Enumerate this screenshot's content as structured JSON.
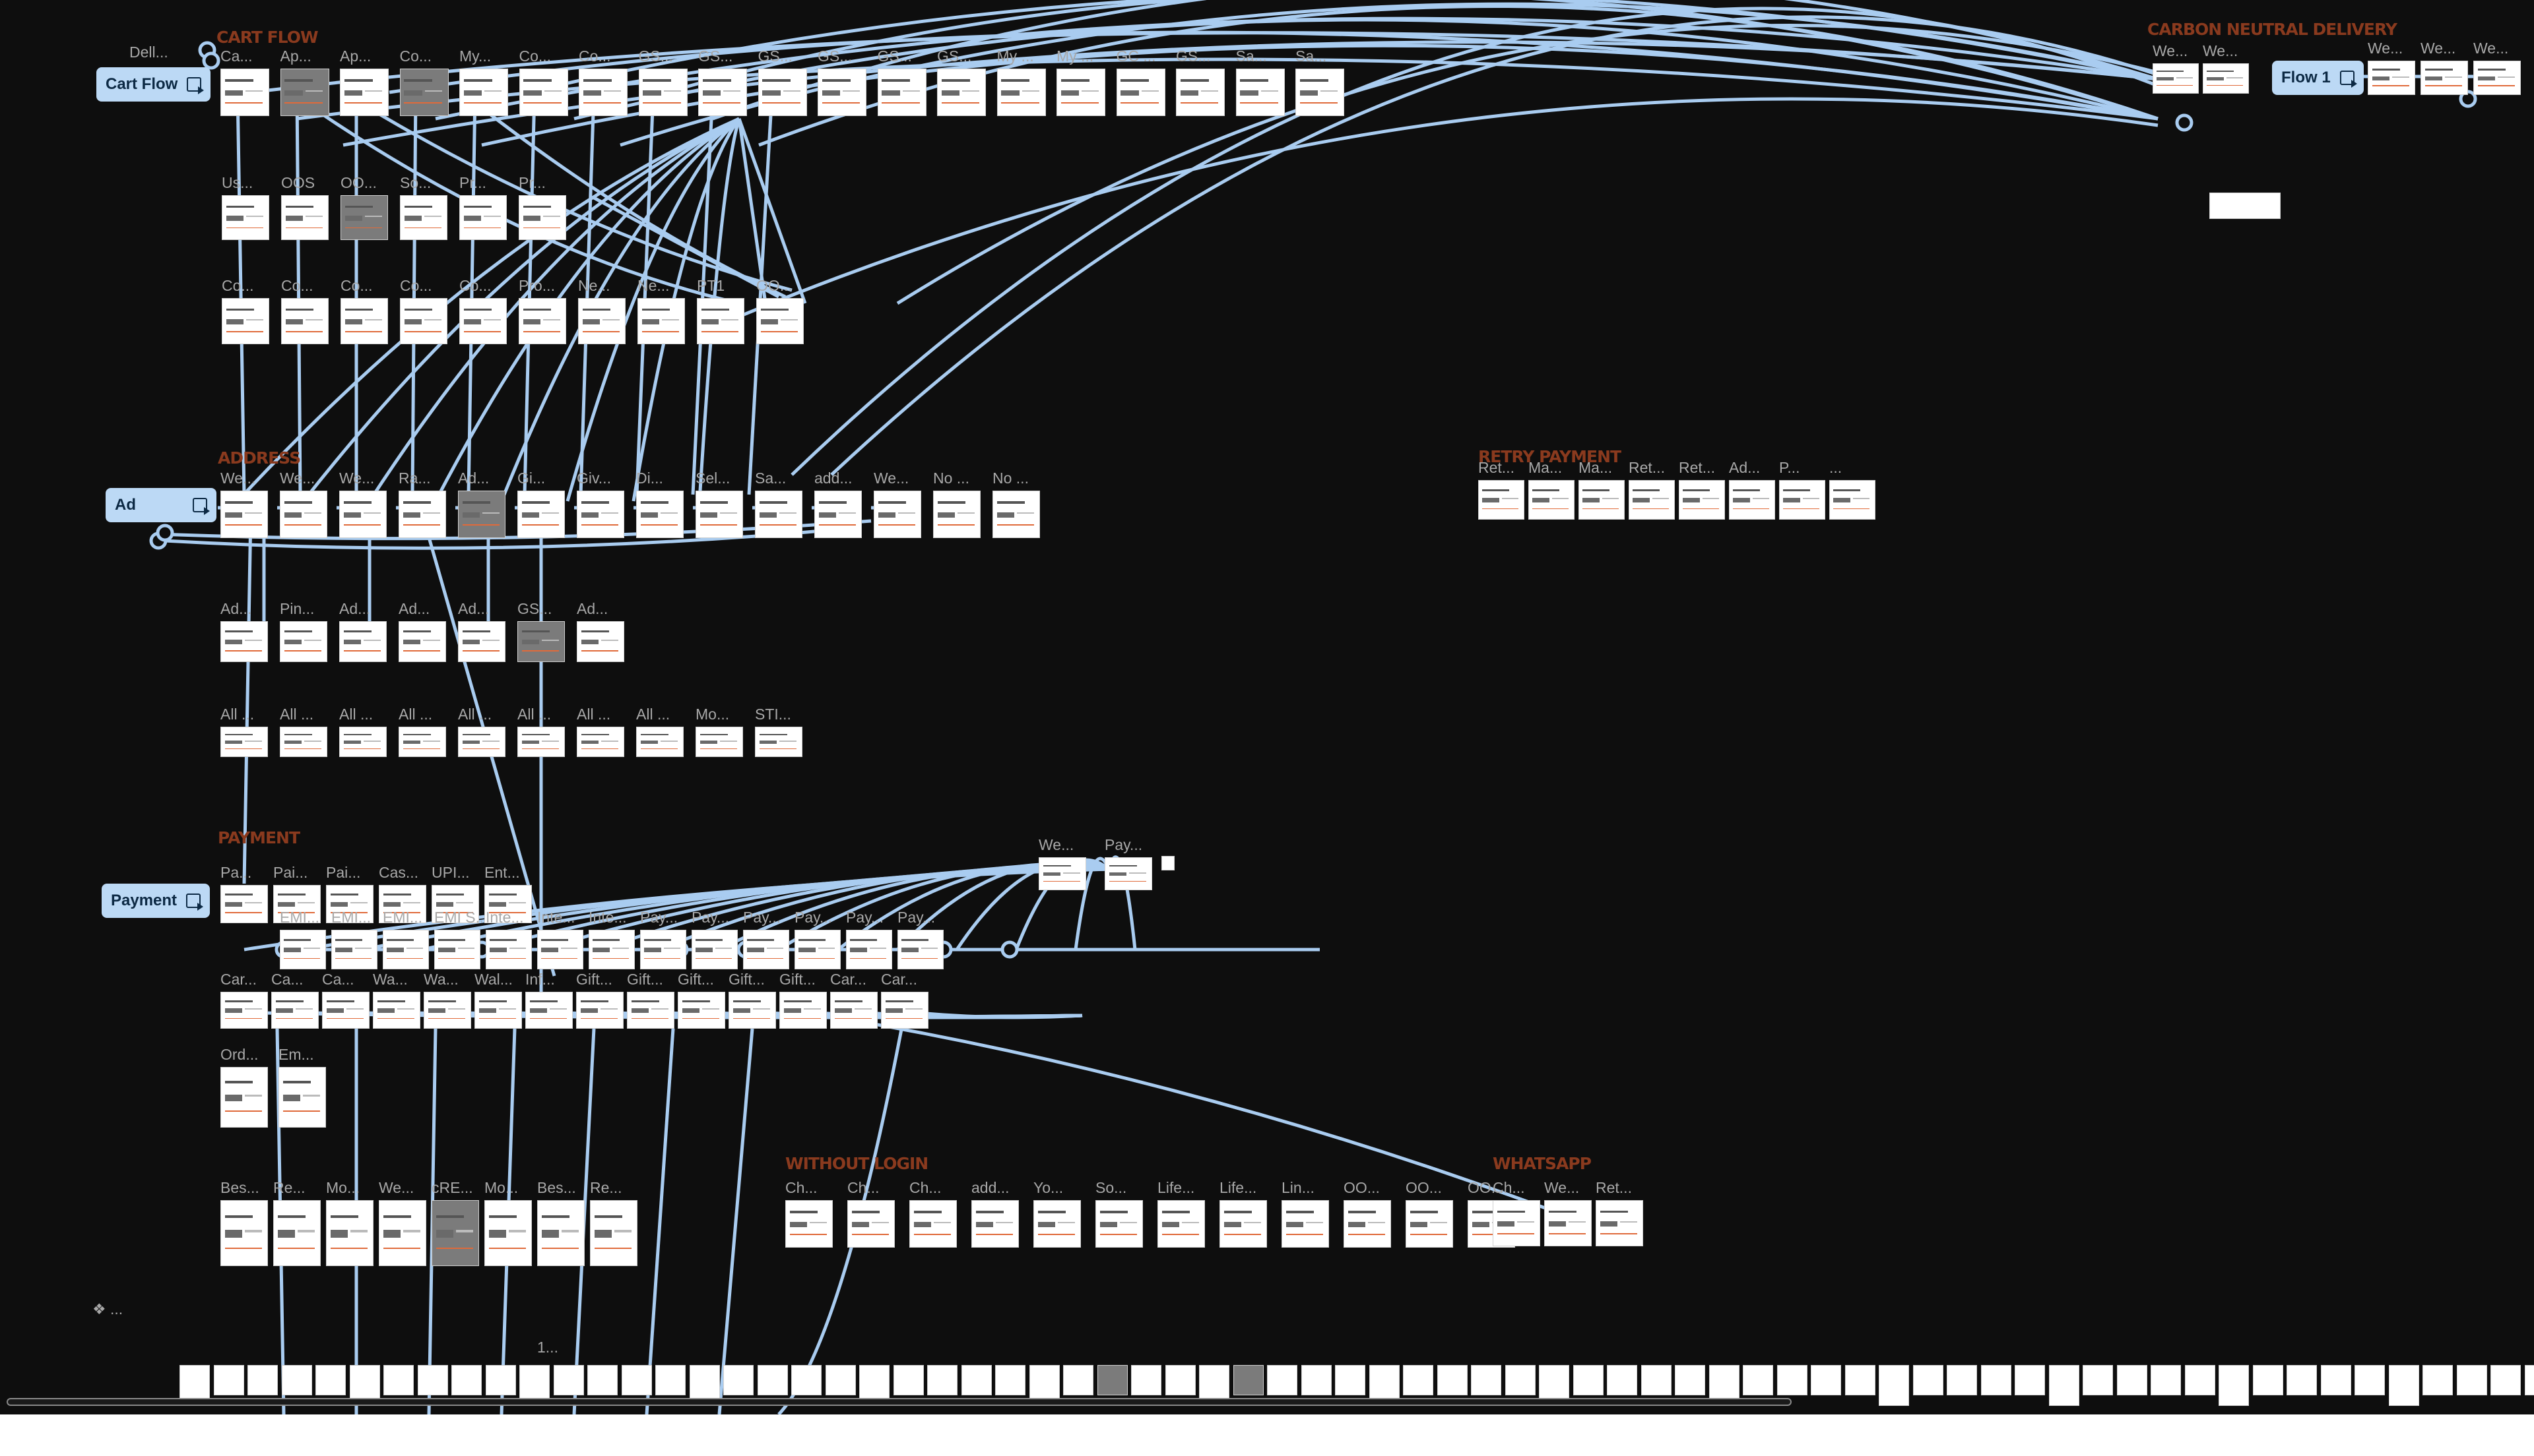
{
  "flows": [
    {
      "label": "Cart Flow"
    },
    {
      "label": "Flow 1"
    },
    {
      "label": "Ad"
    },
    {
      "label": "Payment"
    }
  ],
  "sections": [
    {
      "title": "CART FLOW"
    },
    {
      "title": "CARBON NEUTRAL DELIVERY"
    },
    {
      "title": "ADDRESS"
    },
    {
      "title": "RETRY PAYMENT"
    },
    {
      "title": "PAYMENT"
    },
    {
      "title": "WITHOUT LOGIN"
    },
    {
      "title": "WHATSAPP"
    }
  ],
  "misc": {
    "dell_label": "Dell...",
    "dots_label": "...",
    "component_label": "❖ ...",
    "page_label": "1..."
  },
  "frames": {
    "cart_top": [
      "Ca...",
      "Ap...",
      "Ap...",
      "Co...",
      "My...",
      "Co...",
      "Co...",
      "GS...",
      "GS...",
      "GS...",
      "GS...",
      "GS...",
      "GS...",
      "My ...",
      "My ...",
      "GC ...",
      "GS...",
      "Sa...",
      "Sa..."
    ],
    "cart_r2": [
      "Us...",
      "OOS",
      "OO...",
      "So...",
      "Pr...",
      "Pr..."
    ],
    "cart_r3": [
      "Co...",
      "Co...",
      "Co...",
      "Co...",
      "Co...",
      "Pro...",
      "Ne...",
      "Ne...",
      "PT1",
      "OO..."
    ],
    "carbon": [
      "We...",
      "We..."
    ],
    "flow1": [
      "We...",
      "We...",
      "We..."
    ],
    "address_r1": [
      "We...",
      "We...",
      "We...",
      "Ra...",
      "Ad...",
      "Gi...",
      "Giv...",
      "Di...",
      "Sel...",
      "Sa...",
      "add...",
      "We...",
      "No ...",
      "No ..."
    ],
    "address_r2": [
      "Ad...",
      "Pin...",
      "Ad...",
      "Ad...",
      "Ad...",
      "GS...",
      "Ad..."
    ],
    "address_r3": [
      "All ...",
      "All ...",
      "All ...",
      "All ...",
      "All ...",
      "All ...",
      "All ...",
      "All ...",
      "Mo...",
      "STI..."
    ],
    "retry": [
      "Ret...",
      "Ma...",
      "Ma...",
      "Ret...",
      "Ret...",
      "Ad...",
      "P...",
      "..."
    ],
    "payment_r1": [
      "Pa...",
      "Pai...",
      "Pai...",
      "Cas...",
      "UPI...",
      "Ent..."
    ],
    "payment_r1b": [
      "We...",
      "Pay..."
    ],
    "payment_r2": [
      "EMI...",
      "EMI...",
      "EMI...",
      "EMI S...",
      "Inte...",
      "Inte...",
      "Inte...",
      "Pay...",
      "Pay...",
      "Pay...",
      "Pay...",
      "Pay...",
      "Pay..."
    ],
    "payment_r3": [
      "Car...",
      "Ca...",
      "Ca...",
      "Wa...",
      "Wa...",
      "Wal...",
      "Inf...",
      "Gift...",
      "Gift...",
      "Gift...",
      "Gift...",
      "Gift...",
      "Car...",
      "Car..."
    ],
    "payment_r4": [
      "Ord...",
      "Em..."
    ],
    "payment_r5": [
      "Bes...",
      "Re...",
      "Mo...",
      "We...",
      "cRE...",
      "Mo...",
      "Bes...",
      "Re..."
    ],
    "without_login": [
      "Ch...",
      "Ch...",
      "Ch...",
      "add...",
      "Yo...",
      "So...",
      "Life...",
      "Life...",
      "Lin...",
      "OO...",
      "OO...",
      "OO..."
    ],
    "whatsapp": [
      "Ch...",
      "We...",
      "Ret..."
    ]
  },
  "colors": {
    "canvas": "#0e0e0e",
    "connector": "#a9ccf0",
    "flow_button": "#bcd9f5",
    "section_title": "#8a3a1e",
    "label": "#a8a8a8"
  }
}
